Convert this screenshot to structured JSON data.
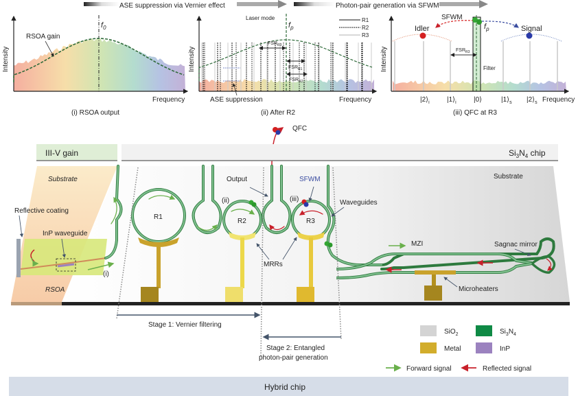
{
  "top_banner": {
    "stage_a": "ASE suppression via Vernier effect",
    "stage_b": "Photon-pair generation via SFWM"
  },
  "panels": [
    {
      "id": "i",
      "caption": "(i) RSOA output",
      "ylabel": "Intensity",
      "xlabel": "Frequency",
      "marker_label": "f",
      "marker_sub": "0",
      "annotation": "RSOA gain"
    },
    {
      "id": "ii",
      "caption": "(ii) After R2",
      "ylabel": "Intensity",
      "xlabel": "Frequency",
      "marker_label": "f",
      "marker_sub": "p",
      "mode_label": "Laser mode",
      "annotation": "ASE suppression",
      "legend": [
        "R1",
        "R2",
        "R3"
      ],
      "fsr_labels": [
        {
          "main": "FSR",
          "sub": "R3"
        },
        {
          "main": "FSR",
          "sub": "R1"
        },
        {
          "main": "FSR",
          "sub": "R2"
        }
      ]
    },
    {
      "id": "iii",
      "caption": "(iii) QFC at R3",
      "ylabel": "Intensity",
      "xlabel": "Frequency",
      "marker_label": "f",
      "marker_sub": "p",
      "process_label": "SFWM",
      "idler_label": "Idler",
      "signal_label": "Signal",
      "filter_label": "Filter",
      "fsr_label": {
        "main": "FSR",
        "sub": "R3"
      },
      "ticks": [
        {
          "ket": "|2⟩",
          "sub": "i"
        },
        {
          "ket": "|1⟩",
          "sub": "i"
        },
        {
          "ket": "|0⟩",
          "sub": ""
        },
        {
          "ket": "|1⟩",
          "sub": "s"
        },
        {
          "ket": "|2⟩",
          "sub": "s"
        }
      ]
    }
  ],
  "chip": {
    "gain_section": "III-V gain",
    "si3n4_section": {
      "pre": "Si",
      "s1": "3",
      "mid": "N",
      "s2": "4",
      "post": " chip"
    },
    "qfc_label": "QFC",
    "substrate_left": "Substrate",
    "substrate_right": "Substrate",
    "reflective_coating": "Reflective coating",
    "inp_waveguide": "InP waveguide",
    "rsoa": "RSOA",
    "point_i": "(i)",
    "point_ii": "(ii)",
    "point_iii": "(iii)",
    "rings": [
      "R1",
      "R2",
      "R3"
    ],
    "output": "Output",
    "sfwm": "SFWM",
    "waveguides": "Waveguides",
    "mrrs": "MRRs",
    "mzi": "MZI",
    "sagnac": "Sagnac mirror",
    "microheaters": "Microheaters",
    "hybrid_chip": "Hybrid chip"
  },
  "stages": {
    "stage1": "Stage 1: Vernier filtering",
    "stage2_line1": "Stage 2: Entangled",
    "stage2_line2": "photon-pair generation"
  },
  "legend": {
    "materials": [
      {
        "name": "SiO",
        "sub": "2",
        "color": "#d4d4d4"
      },
      {
        "name": "Si",
        "sub": "3",
        "name2": "N",
        "sub2": "4",
        "color": "#0f8a45"
      },
      {
        "name": "Metal",
        "sub": "",
        "color": "#d2ad2c"
      },
      {
        "name": "InP",
        "sub": "",
        "color": "#9b82bf"
      }
    ],
    "forward": "Forward signal",
    "reflected": "Reflected signal",
    "forward_color": "#6ab04c",
    "reflected_color": "#c8202a"
  },
  "colors": {
    "waveguide": "#7fbf8e",
    "waveguide_dark": "#2e7a3e",
    "idler": "#d42020",
    "signal": "#2a3aa8",
    "pump": "#33a633",
    "gain_curve": "#2f6a3a"
  }
}
